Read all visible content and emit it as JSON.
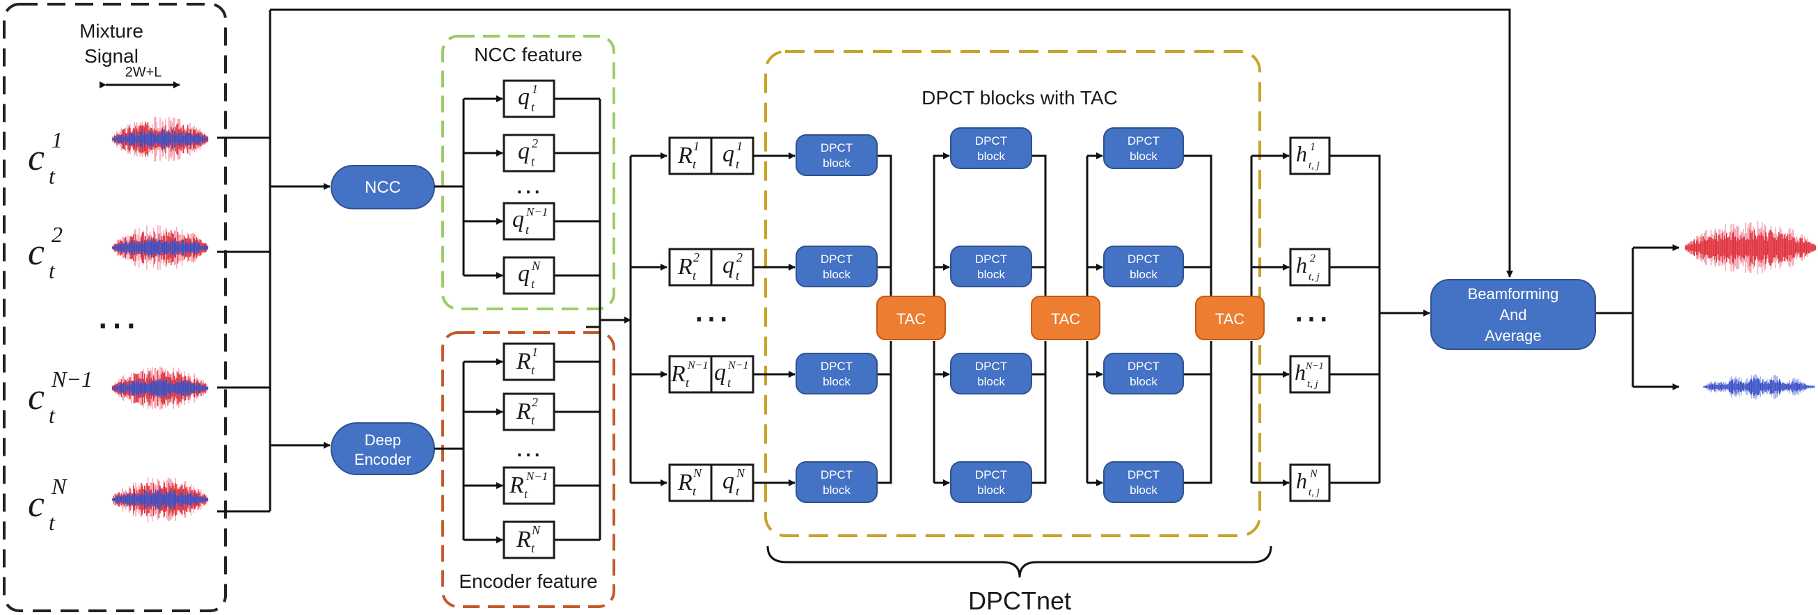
{
  "titles": {
    "mixture": [
      "Mixture",
      "Signal"
    ],
    "window": "2W+L",
    "ncc_feature": "NCC feature",
    "encoder_feature": "Encoder feature",
    "dpct_group": "DPCT blocks with TAC",
    "dpctnet": "DPCTnet"
  },
  "inputs": [
    {
      "sym": "c",
      "sub": "t",
      "sup": "1"
    },
    {
      "sym": "c",
      "sub": "t",
      "sup": "2"
    },
    {
      "sym": "c",
      "sub": "t",
      "sup": "N−1"
    },
    {
      "sym": "c",
      "sub": "t",
      "sup": "N"
    }
  ],
  "ellipsis": "…",
  "modules": {
    "ncc": "NCC",
    "deep_encoder": [
      "Deep",
      "Encoder"
    ],
    "beamforming": [
      "Beamforming",
      "And",
      "Average"
    ],
    "dpct_block": [
      "DPCT",
      "block"
    ],
    "tac": "TAC"
  },
  "ncc_features": [
    {
      "sym": "q",
      "sub": "t",
      "sup": "1"
    },
    {
      "sym": "q",
      "sub": "t",
      "sup": "2"
    },
    {
      "sym": "q",
      "sub": "t",
      "sup": "N−1"
    },
    {
      "sym": "q",
      "sub": "t",
      "sup": "N"
    }
  ],
  "enc_features": [
    {
      "sym": "R",
      "sub": "t",
      "sup": "1"
    },
    {
      "sym": "R",
      "sub": "t",
      "sup": "2"
    },
    {
      "sym": "R",
      "sub": "t",
      "sup": "N−1"
    },
    {
      "sym": "R",
      "sub": "t",
      "sup": "N"
    }
  ],
  "outputs": [
    {
      "sym": "h",
      "sub": "t, j",
      "sup": "1"
    },
    {
      "sym": "h",
      "sub": "t, j",
      "sup": "2"
    },
    {
      "sym": "h",
      "sub": "t, j",
      "sup": "N−1"
    },
    {
      "sym": "h",
      "sub": "t, j",
      "sup": "N"
    }
  ],
  "colors": {
    "blue_module": "#4472c4",
    "orange_tac": "#ed7d31",
    "ncc_border": "#9ccc65",
    "encoder_border": "#c55a2b",
    "dpct_border": "#c9a227",
    "wave_red": "#e0303a",
    "wave_blue": "#3b4fc4"
  }
}
